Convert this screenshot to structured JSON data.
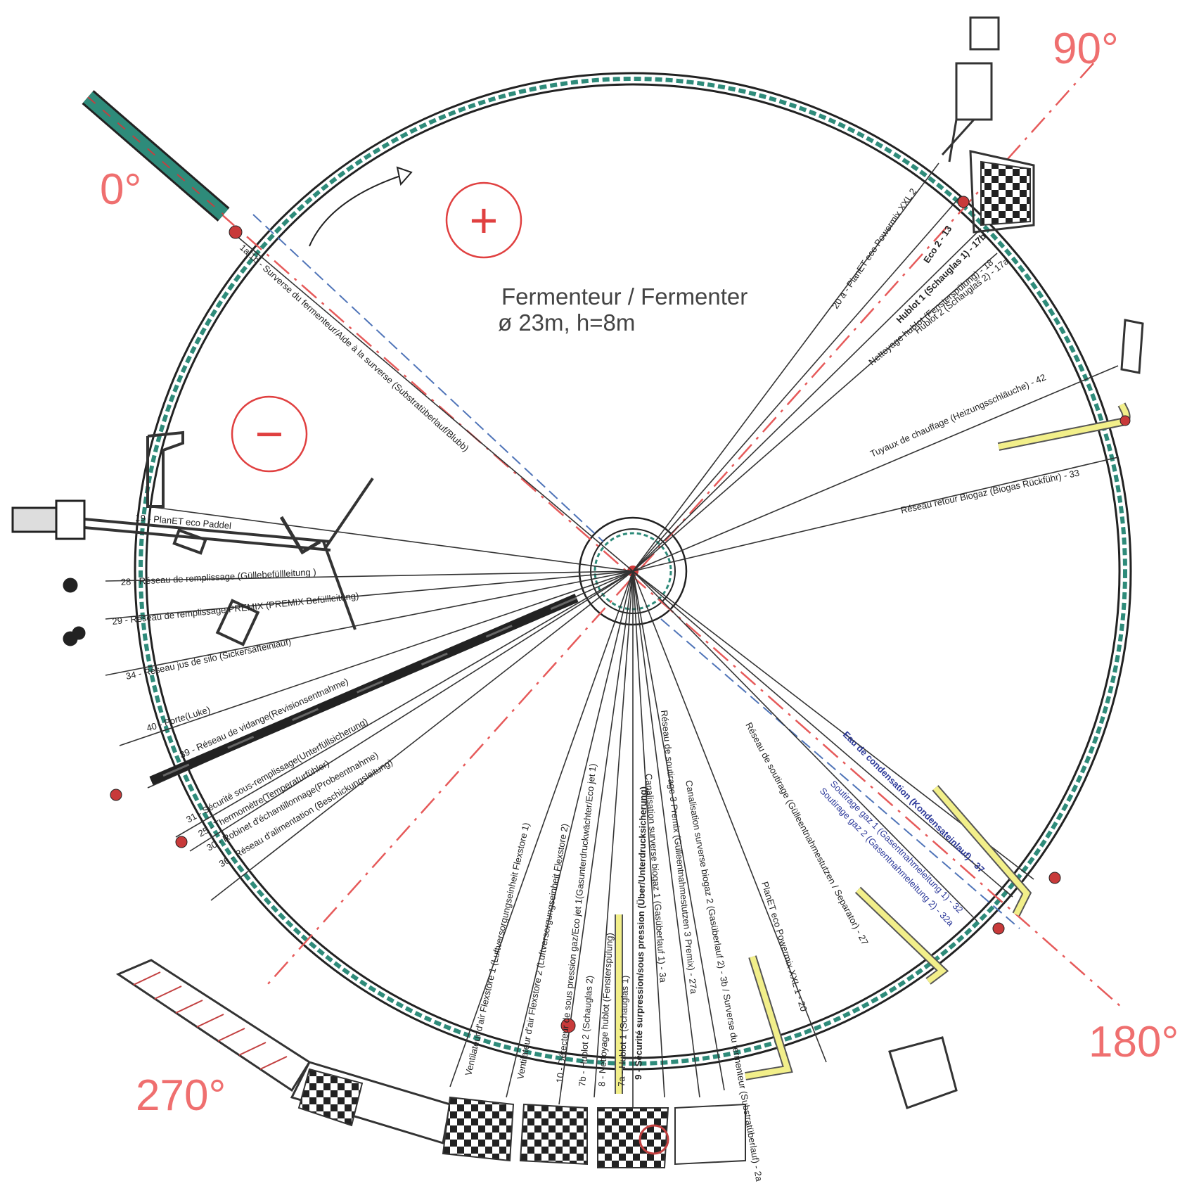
{
  "title": "Fermenteur / Fermenter",
  "subtitle": "ø 23m, h=8m",
  "angles": {
    "a0": "0°",
    "a90": "90°",
    "a180": "180°",
    "a270": "270°"
  },
  "signs": {
    "plus": "+",
    "minus": "−"
  },
  "colors": {
    "accent": "#ef6f6f",
    "wall": "#2e8b7a",
    "pipe": "#f2ef8a",
    "line": "#222222",
    "blue": "#2d3a9a"
  },
  "labels": {
    "l1a": "1a/1b - Surverse du fermenteur/Aide à la surverse (Substratüberlauf/Blubb)",
    "l19": "19 - PlanET eco Paddel",
    "l28": "28 - Réseau de remplissage (Güllebefüllleitung )",
    "l29": "29 - Réseau de remplissage PREMIX (PREMIX Befüllleitung)",
    "l34": "34 - Réseau jus de silo (Sickersafteinlauf)",
    "l40": "40 - Porte(Luke)",
    "l39": "39 - Réseau de vidange(Revisionsentnahme)",
    "l31": "31 - Sécurité sous-remplissage(Unterfüllsicherung)",
    "l25": "25 - Thermomètre(Temperaturfühler)",
    "l30": "30 - Robinet d'échantillonnage(Probeentnahme)",
    "l36": "36 - Réseau d'alimentation (Beschickungsleitung)",
    "l20a": "20 a - PlanET eco Powermix XXL 2",
    "l13": "Eco 2 - 13",
    "l17b": "Hublot 1 (Schauglas 1) - 17b",
    "l18": "Nettoyage hublot (Fensterspülung) - 18",
    "l17a": "Hublot 2 (Schauglas 2) - 17a",
    "l42": "Tuyaux de chauffage (Heizungsschläuche) - 42",
    "l33": "Réseau retour Biogaz (Biogas Rückführ) - 33",
    "l37": "Eau de condensation (Kondensateinlauf) - 37",
    "l32": "Soutirage gaz 1 (Gasentnahmeleitung 1) - 32",
    "l32a": "Soutirage gaz 2 (Gasentnahmeleitung 2) - 32a",
    "l27": "Réseau de soutirage (Gülleentnahmestutzen / Separator) - 27",
    "l20": "PlanET eco Powermix XXL 1 - 20",
    "l2a": "Canalisation surverse biogaz 2 (Gasüberlauf 2) - 3b / Surverse du fermenteur (Substratüberlauf) - 2a",
    "l27a": "Réseau de soutirage 3 Premix (Gülleentnahmestutzen 3 Premix) - 27a",
    "l3a": "Canalisation surverse biogaz 1 (Gasüberlauf 1) - 3a",
    "l9": "9 - Sécurité surpression/sous pression (Über/Unterdrucksicherung)",
    "l7a": "7a - Hublot 1 (Schauglas 1)",
    "l8": "8 - Nettoyage hublot (Fensterspülung)",
    "l7b": "7b - Hublot 2 (Schauglas 2)",
    "l10": "10 - Détecteur de sous pression gaz/Eco jet 1(Gasunterdruckwächter/Eco jet 1)",
    "l6": "Ventilateur d'air Flexstore 2 (Luftversorgungseinheit Flexstore 2)",
    "l5": "Ventilateur d'air Flexstore 1 (Luftversorgungseinheit Flexstore 1)"
  }
}
